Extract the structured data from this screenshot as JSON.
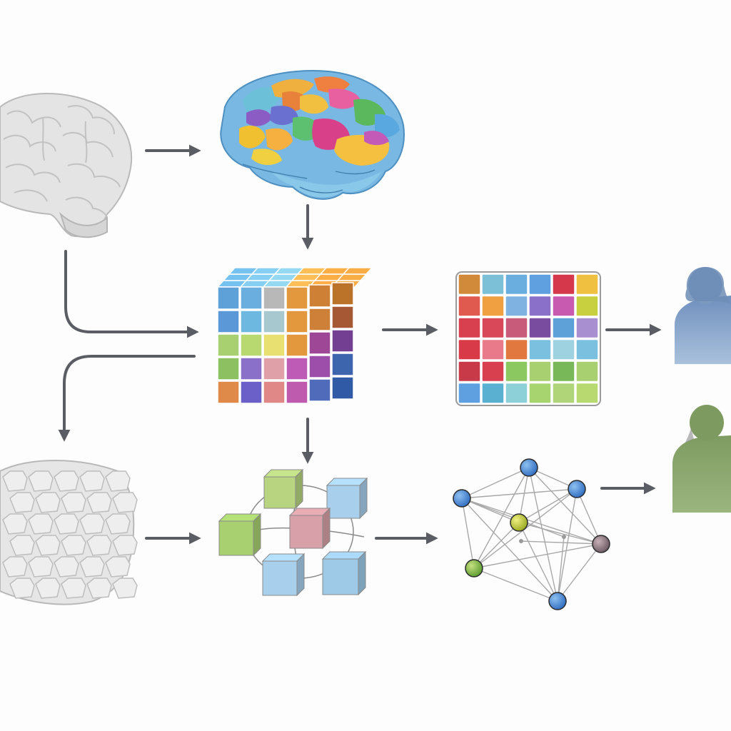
{
  "diagram": {
    "nodes": [
      {
        "id": "raw-brain",
        "kind": "brain",
        "style": "gray"
      },
      {
        "id": "parcellated-brain",
        "kind": "brain",
        "style": "colored"
      },
      {
        "id": "voxel-cube",
        "kind": "cube-3d",
        "style": "colored"
      },
      {
        "id": "raw-volume",
        "kind": "volume",
        "style": "gray"
      },
      {
        "id": "connectivity-matrix",
        "kind": "matrix",
        "style": "colored"
      },
      {
        "id": "region-blocks",
        "kind": "blocks",
        "style": "colored"
      },
      {
        "id": "network-graph",
        "kind": "graph",
        "style": "colored"
      },
      {
        "id": "person-blue",
        "kind": "person",
        "color": "#7f9fc4"
      },
      {
        "id": "person-green",
        "kind": "person",
        "color": "#86a36a"
      }
    ],
    "edges": [
      {
        "from": "raw-brain",
        "to": "parcellated-brain"
      },
      {
        "from": "parcellated-brain",
        "to": "voxel-cube"
      },
      {
        "from": "raw-brain",
        "to": "voxel-cube"
      },
      {
        "from": "voxel-cube",
        "to": "raw-volume"
      },
      {
        "from": "voxel-cube",
        "to": "connectivity-matrix"
      },
      {
        "from": "voxel-cube",
        "to": "region-blocks"
      },
      {
        "from": "connectivity-matrix",
        "to": "person-blue"
      },
      {
        "from": "raw-volume",
        "to": "region-blocks"
      },
      {
        "from": "region-blocks",
        "to": "network-graph"
      },
      {
        "from": "network-graph",
        "to": "person-green"
      }
    ],
    "colors": {
      "arrow": "#5a5d63",
      "gray_tissue": "#e2e2e2",
      "palette": [
        "#6cb4de",
        "#f0b040",
        "#e8823a",
        "#8a5cc4",
        "#d8408a",
        "#5cb85c",
        "#e04848",
        "#b8d870",
        "#c460c0",
        "#3a78c8"
      ]
    },
    "matrix_cells": [
      [
        "#d08a3a",
        "#7cc0d8",
        "#6aaee0",
        "#5ea0e0",
        "#d4384a"
      ],
      [
        "#e05a50",
        "#f0a040",
        "#7fb2e0",
        "#8a70c8",
        "#c85ab0"
      ],
      [
        "#d84050",
        "#d84858",
        "#c85a7a",
        "#7a4ca0",
        "#5ea0d8"
      ],
      [
        "#d83a48",
        "#e87a8a",
        "#e07840",
        "#7cc0e0",
        "#9ed2e0"
      ],
      [
        "#c83a48",
        "#d84050",
        "#8cc860",
        "#a8d070",
        "#78b858"
      ],
      [
        "#5ea0e0",
        "#5ab0d0",
        "#8ed0d8",
        "#a8d470",
        "#b0d478"
      ]
    ]
  }
}
